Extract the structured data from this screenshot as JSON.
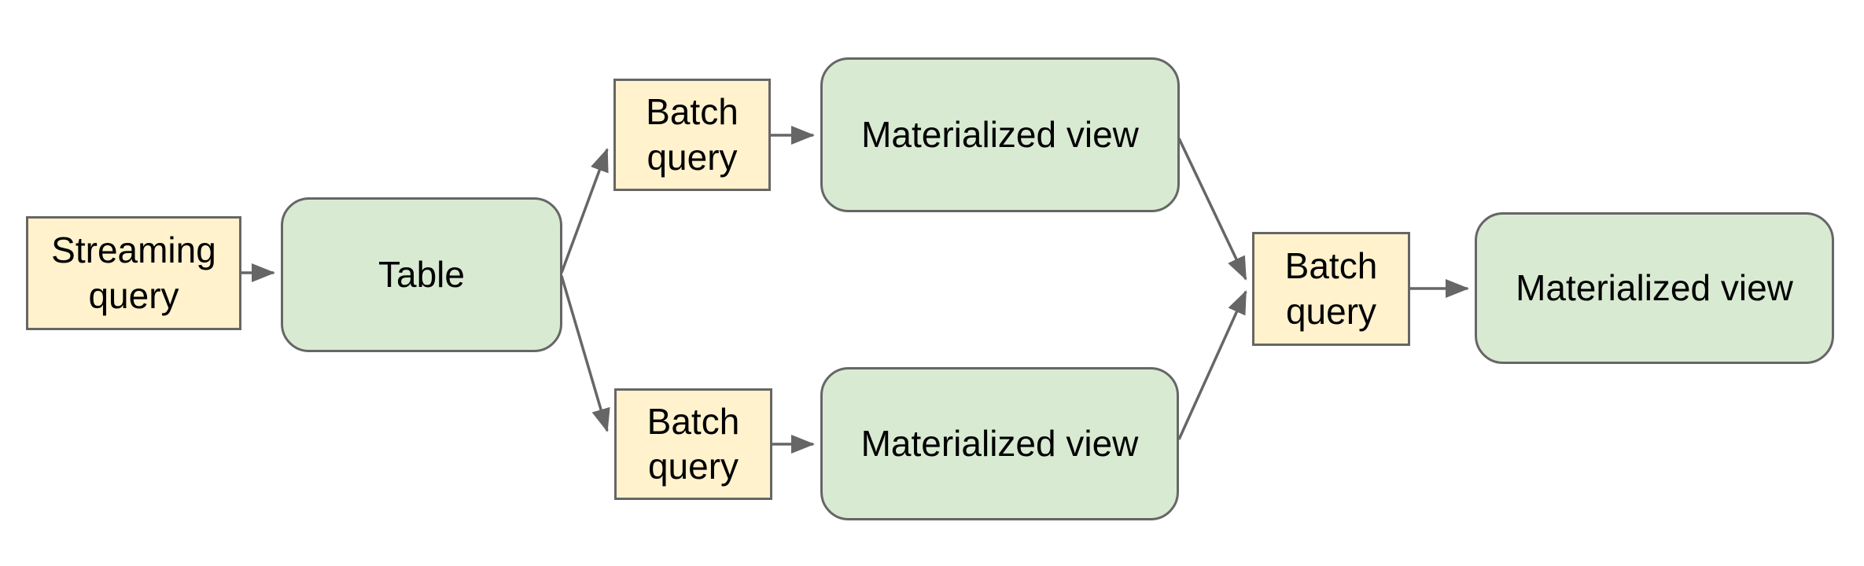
{
  "diagram": {
    "background_color": "#ffffff",
    "colors": {
      "query_box_fill": "#fff2cc",
      "entity_box_fill": "#d9ead3",
      "border": "#666666",
      "arrow": "#666666",
      "text": "#000000"
    },
    "nodes": [
      {
        "id": "streaming-query",
        "label": "Streaming query",
        "kind": "query"
      },
      {
        "id": "table",
        "label": "Table",
        "kind": "entity"
      },
      {
        "id": "batch-query-top",
        "label": "Batch query",
        "kind": "query"
      },
      {
        "id": "materialized-view-top",
        "label": "Materialized view",
        "kind": "entity"
      },
      {
        "id": "batch-query-bottom",
        "label": "Batch query",
        "kind": "query"
      },
      {
        "id": "materialized-view-bottom",
        "label": "Materialized view",
        "kind": "entity"
      },
      {
        "id": "batch-query-right",
        "label": "Batch query",
        "kind": "query"
      },
      {
        "id": "materialized-view-right",
        "label": "Materialized view",
        "kind": "entity"
      }
    ],
    "edges": [
      {
        "from": "streaming-query",
        "to": "table"
      },
      {
        "from": "table",
        "to": "batch-query-top"
      },
      {
        "from": "table",
        "to": "batch-query-bottom"
      },
      {
        "from": "batch-query-top",
        "to": "materialized-view-top"
      },
      {
        "from": "batch-query-bottom",
        "to": "materialized-view-bottom"
      },
      {
        "from": "materialized-view-top",
        "to": "batch-query-right"
      },
      {
        "from": "materialized-view-bottom",
        "to": "batch-query-right"
      },
      {
        "from": "batch-query-right",
        "to": "materialized-view-right"
      }
    ]
  }
}
